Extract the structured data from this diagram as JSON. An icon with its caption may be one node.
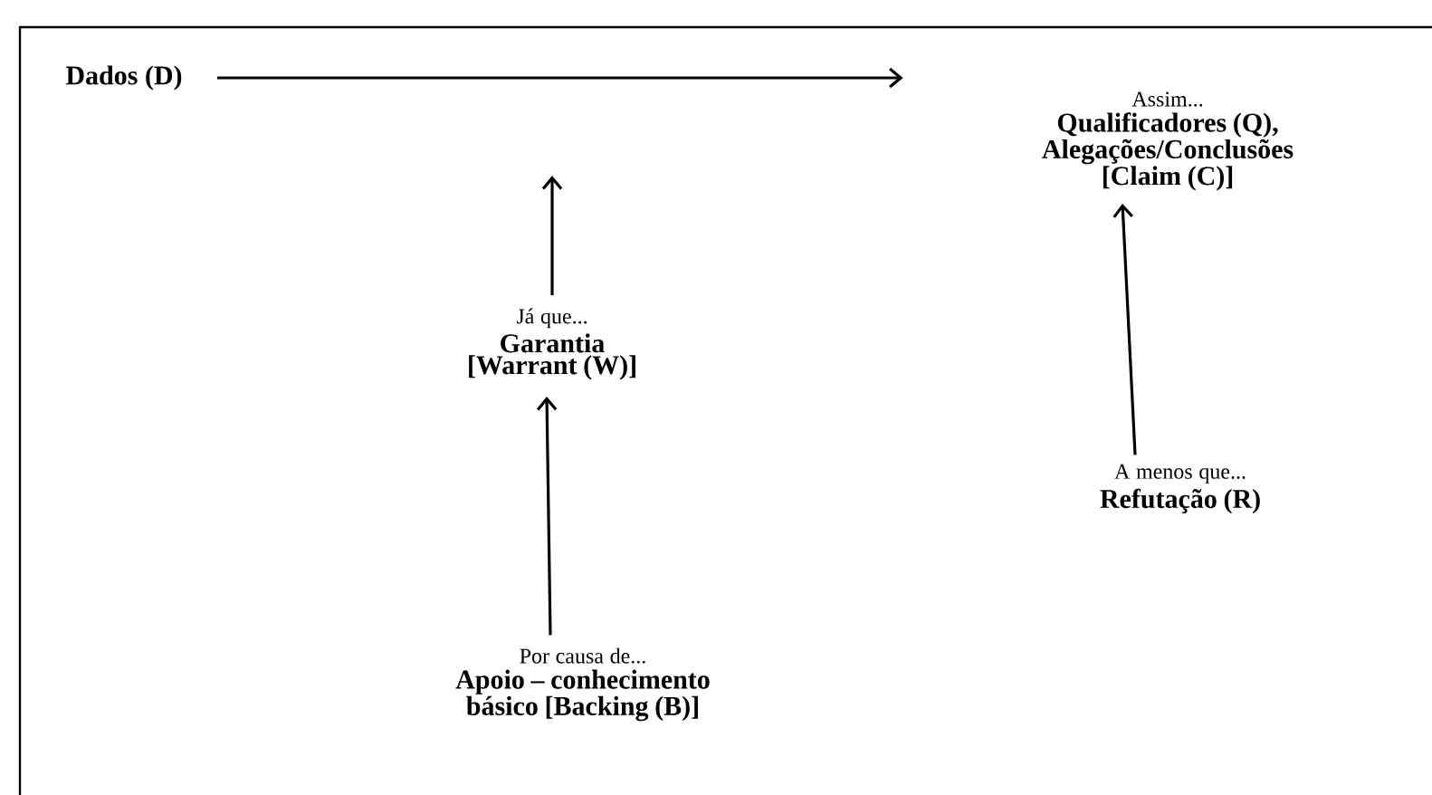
{
  "diagram": {
    "nodes": [
      {
        "text": [
          "Dados (D)"
        ]
      },
      {
        "text": [
          "Assim...",
          "Qualificadores (Q), Alegações/Conclusões [Claim (C)]"
        ]
      },
      {
        "text": [
          "Já que...",
          "Garantia [Warrant (W)]"
        ]
      },
      {
        "text": [
          "A menos que...",
          "Refutação (R)"
        ]
      },
      {
        "text": [
          "Por causa de...",
          "Apoio – conhecimento básico [Backing (B)]"
        ]
      }
    ],
    "edges": [
      {
        "from": 0,
        "to": 1,
        "arrow": "to"
      },
      {
        "from": 2,
        "to": null,
        "arrow": "to"
      },
      {
        "from": 3,
        "to": 1,
        "arrow": "to"
      },
      {
        "from": 4,
        "to": 2,
        "arrow": "to"
      }
    ]
  }
}
